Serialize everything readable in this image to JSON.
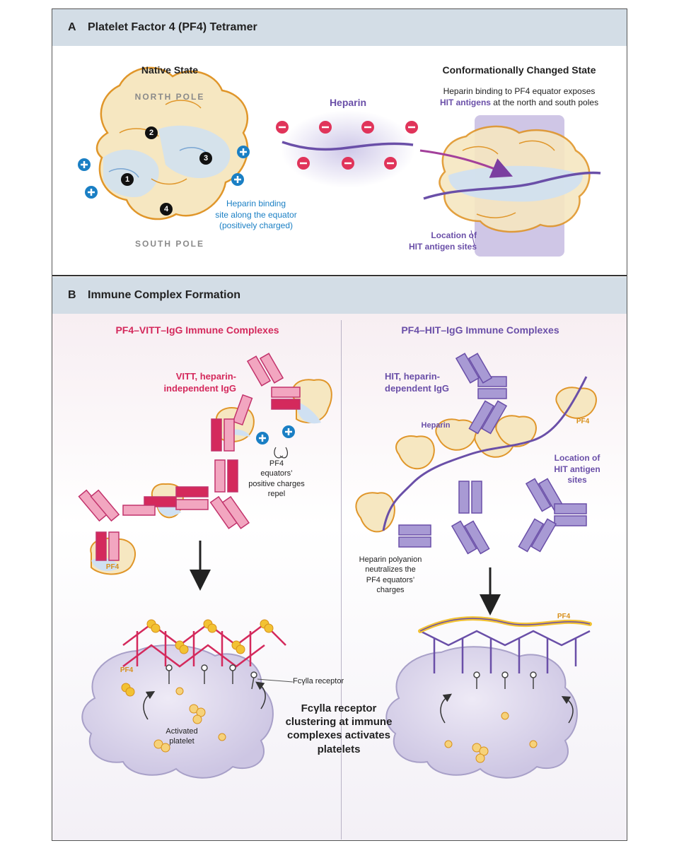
{
  "panel_a": {
    "letter": "A",
    "title": "Platelet Factor 4 (PF4) Tetramer",
    "native_state": "Native State",
    "north_pole": "NORTH POLE",
    "south_pole": "SOUTH POLE",
    "subunits": [
      "1",
      "2",
      "3",
      "4"
    ],
    "heparin_label": "Heparin",
    "binding_site": [
      "Heparin binding",
      "site along the equator",
      "(positively charged)"
    ],
    "changed_state": "Conformationally Changed State",
    "changed_desc_1": "Heparin binding to PF4 equator exposes",
    "changed_desc_2_colored": "HIT antigens",
    "changed_desc_2_rest": " at the north and south poles",
    "location_label": [
      "Location of",
      "HIT antigen sites"
    ]
  },
  "panel_b": {
    "letter": "B",
    "title": "Immune Complex Formation",
    "vitt_title": "PF4–VITT–IgG Immune Complexes",
    "vitt_igg": [
      "VITT, heparin-",
      "independent IgG"
    ],
    "repel": [
      "PF4",
      "equators’",
      "positive charges",
      "repel"
    ],
    "pf4": "PF4",
    "hit_title": "PF4–HIT–IgG Immune Complexes",
    "hit_igg": [
      "HIT, heparin-",
      "dependent IgG"
    ],
    "heparin": "Heparin",
    "hit_location": [
      "Location of",
      "HIT antigen",
      "sites"
    ],
    "polyanion": [
      "Heparin polyanion",
      "neutralizes the",
      "PF4 equators’",
      "charges"
    ],
    "receptor": "Fcγlla receptor",
    "activated": [
      "Activated",
      "platelet"
    ],
    "clustering": [
      "Fcγlla receptor",
      "clustering at immune",
      "complexes activates",
      "platelets"
    ]
  },
  "colors": {
    "header_bg": "#d3dde6",
    "vitt_pink": "#d4295c",
    "hit_purple": "#6a4fa8",
    "positive_blue": "#1a7fc4",
    "negative_red": "#e0345a",
    "pf4_orange": "#d8901a",
    "platelet_lilac": "#d8d2ea"
  }
}
